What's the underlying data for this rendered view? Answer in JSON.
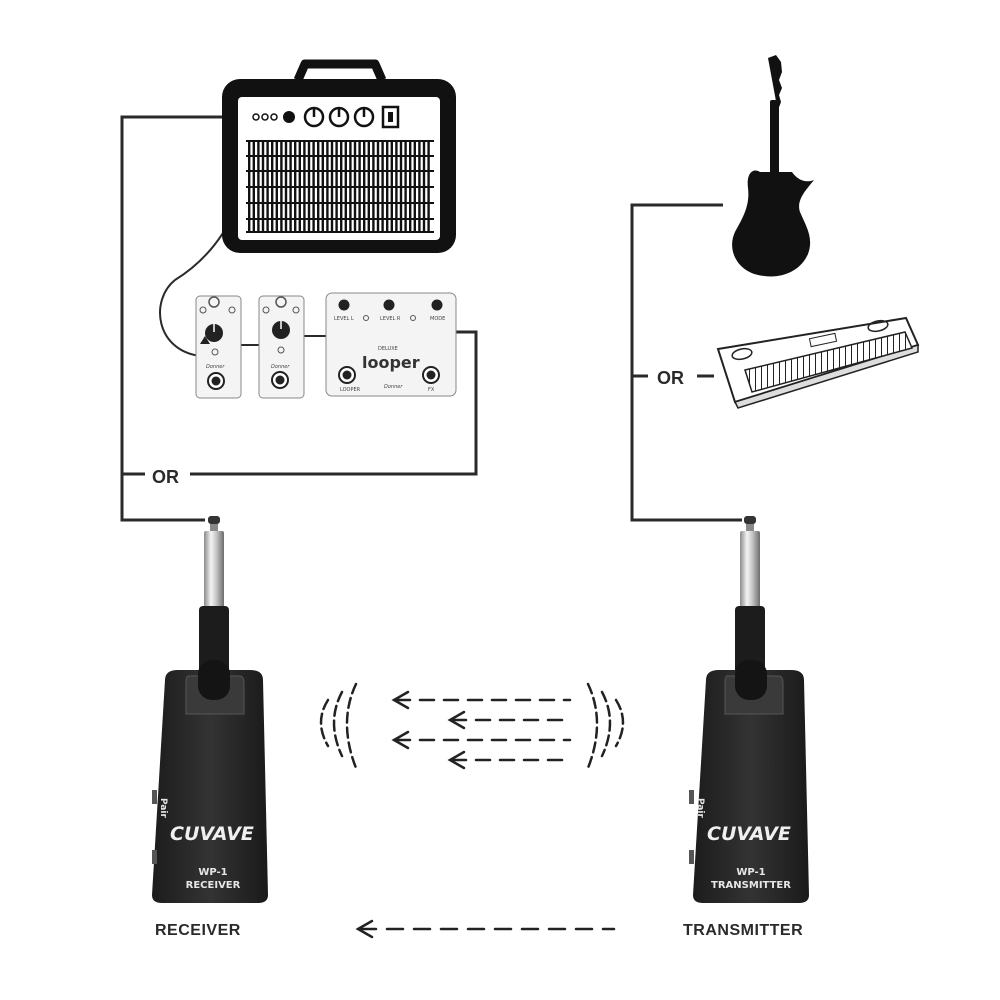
{
  "connectors": {
    "left_or": "OR",
    "right_or": "OR"
  },
  "pedals": {
    "pedal1_brand": "Donner",
    "pedal2_brand": "Donner",
    "looper_brand": "Donner",
    "looper_title_small": "DELUXE",
    "looper_title": "looper",
    "looper_knob1": "LEVEL L",
    "looper_knob2": "LEVEL R",
    "looper_knob3": "MODE",
    "looper_sw1": "LOOPER",
    "looper_sw2": "FX"
  },
  "receiver": {
    "brand": "CUVAVE",
    "pair": "Pair",
    "model": "WP-1",
    "role": "RECEIVER",
    "caption": "RECEIVER"
  },
  "transmitter": {
    "brand": "CUVAVE",
    "pair": "Pair",
    "model": "WP-1",
    "role": "TRANSMITTER",
    "caption": "TRANSMITTER"
  },
  "icons": {
    "amplifier": "amplifier-icon",
    "guitar": "electric-guitar-icon",
    "keyboard": "keyboard-icon",
    "signal": "wireless-signal-icon",
    "arrow": "arrow-left-icon"
  },
  "colors": {
    "line": "#2a2a2a",
    "device": "#262626",
    "pedal": "#f4f4f4"
  }
}
